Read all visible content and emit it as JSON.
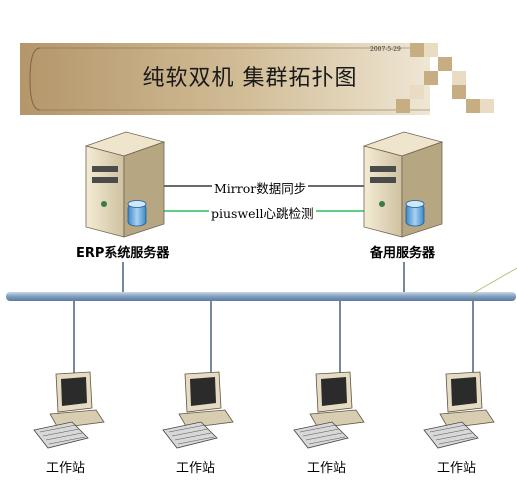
{
  "title": "纯软双机 集群拓扑图",
  "date": "2007-5-29",
  "servers": {
    "primary": {
      "label": "ERP系统服务器"
    },
    "backup": {
      "label": "备用服务器"
    }
  },
  "links": {
    "mirror": {
      "label": "Mirror数据同步"
    },
    "heartbeat": {
      "label": "piuswell心跳检测"
    }
  },
  "workstations": [
    {
      "label": "工作站"
    },
    {
      "label": "工作站"
    },
    {
      "label": "工作站"
    },
    {
      "label": "工作站"
    }
  ],
  "colors": {
    "banner_left": "#b89a6e",
    "banner_right": "#e8dcc6",
    "bus": "#8aa6c4",
    "heartbeat_line": "#27c25a",
    "mirror_line": "#111111"
  }
}
